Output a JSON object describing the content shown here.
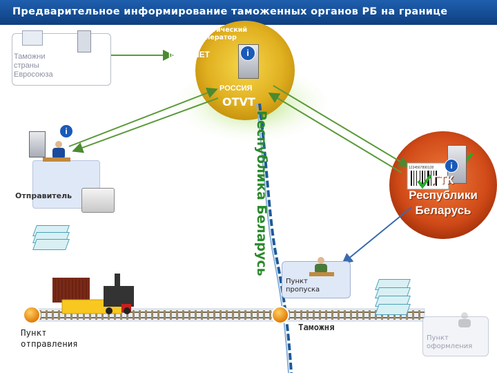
{
  "title": "Предварительное информирование таможенных органов РБ на границе",
  "eu_customs": "Таможни\nстраны\nЕвросоюза",
  "logistics_operator": "Логистический\nоператор",
  "internet": "INTERNET",
  "russia": "РОССИЯ",
  "otvt": "OTVT",
  "belarus_border": "Республика Беларусь",
  "sender": "Отправитель",
  "gtk": "ГТК\nРеспублики\nБеларусь",
  "checkpoint": "Пункт\nпропуска",
  "origin_point": "Пункт\nотправления",
  "customs": "Таможня",
  "clearance_point": "Пункт\nоформления",
  "barcode_number": "1234567890128",
  "colors": {
    "title_bar": "#1f5fae",
    "russia_circle": "#e0b020",
    "belarus_circle": "#d04a18",
    "border_line": "#2a7ab8",
    "arrows": "#5a9a3a",
    "station": "#f08a10",
    "track": "#c8d2e2"
  },
  "icons": [
    "flag-icon",
    "computer-icon",
    "info-icon",
    "server-icon",
    "person-at-desk-icon",
    "printer-icon",
    "document-stack-icon",
    "barcode-icon",
    "check-icon",
    "train-icon",
    "station-icon"
  ]
}
